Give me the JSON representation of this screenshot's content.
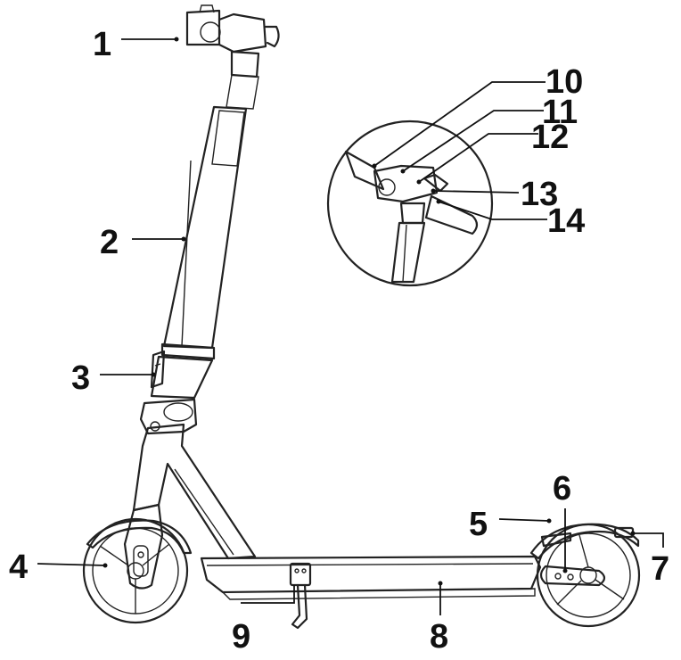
{
  "diagram": {
    "callouts": [
      "1",
      "2",
      "3",
      "4",
      "5",
      "6",
      "7",
      "8",
      "9",
      "10",
      "11",
      "12",
      "13",
      "14"
    ],
    "colors": {
      "ink": "#111111",
      "line": "#222222",
      "background": "#ffffff"
    }
  }
}
